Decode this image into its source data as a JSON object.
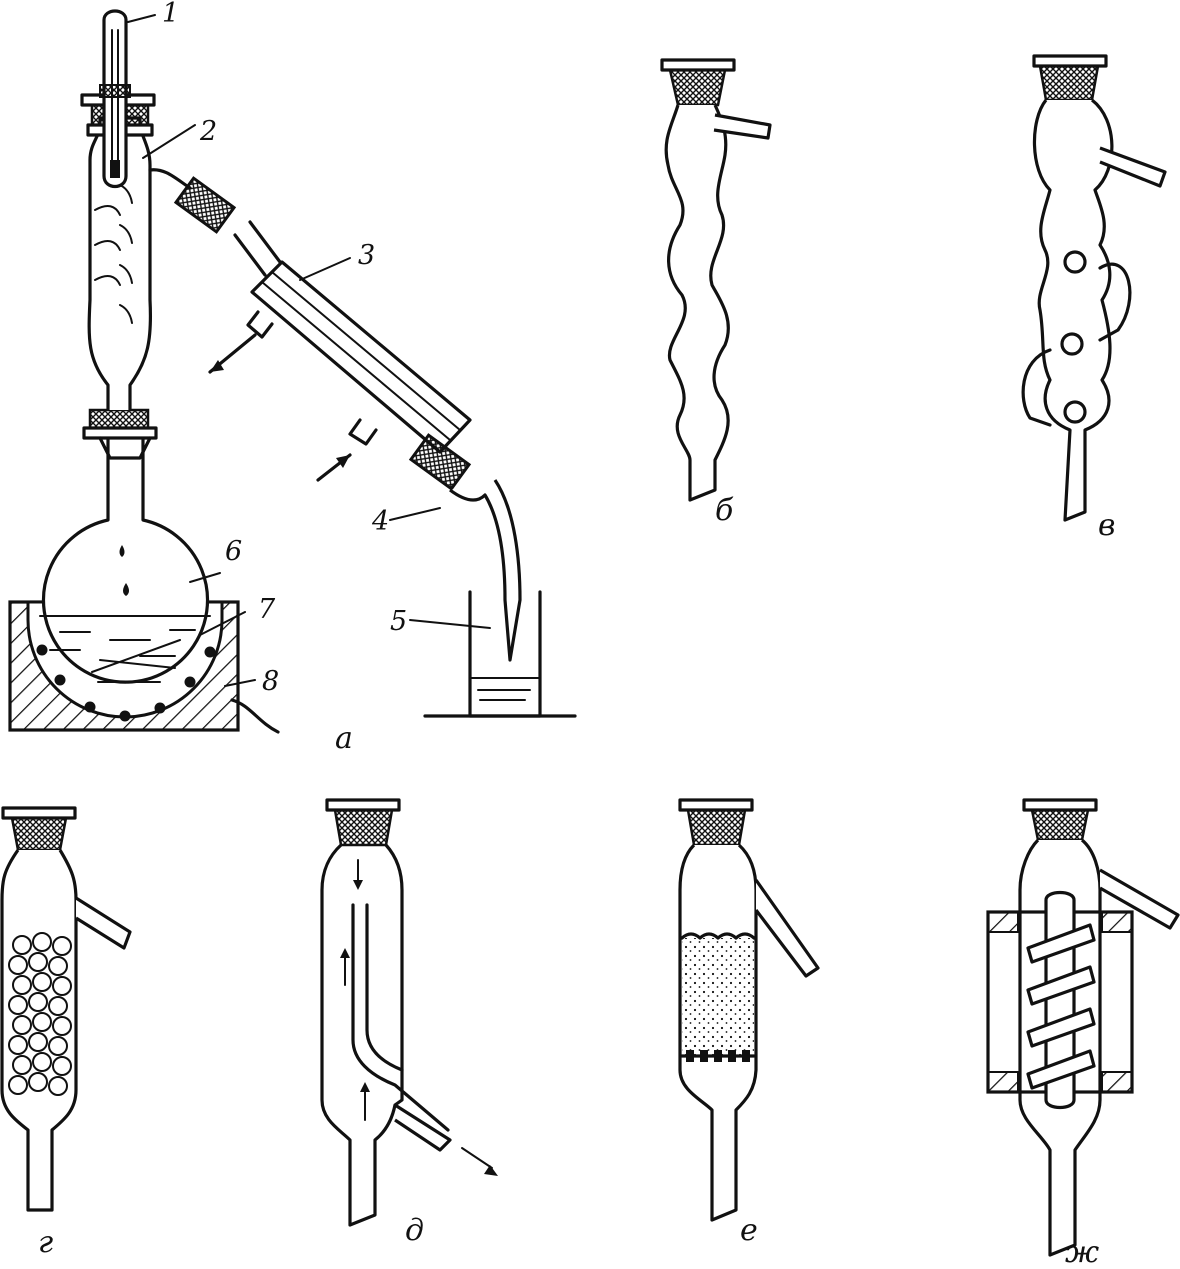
{
  "panel_labels": {
    "a": "а",
    "b": "б",
    "v": "в",
    "g": "г",
    "d": "д",
    "e": "е",
    "zh": "ж"
  },
  "part_numbers": {
    "thermometer": "1",
    "column_top": "2",
    "condenser": "3",
    "adapter": "4",
    "receiver": "5",
    "flask": "6",
    "boiling_chips": "7",
    "heater": "8"
  }
}
